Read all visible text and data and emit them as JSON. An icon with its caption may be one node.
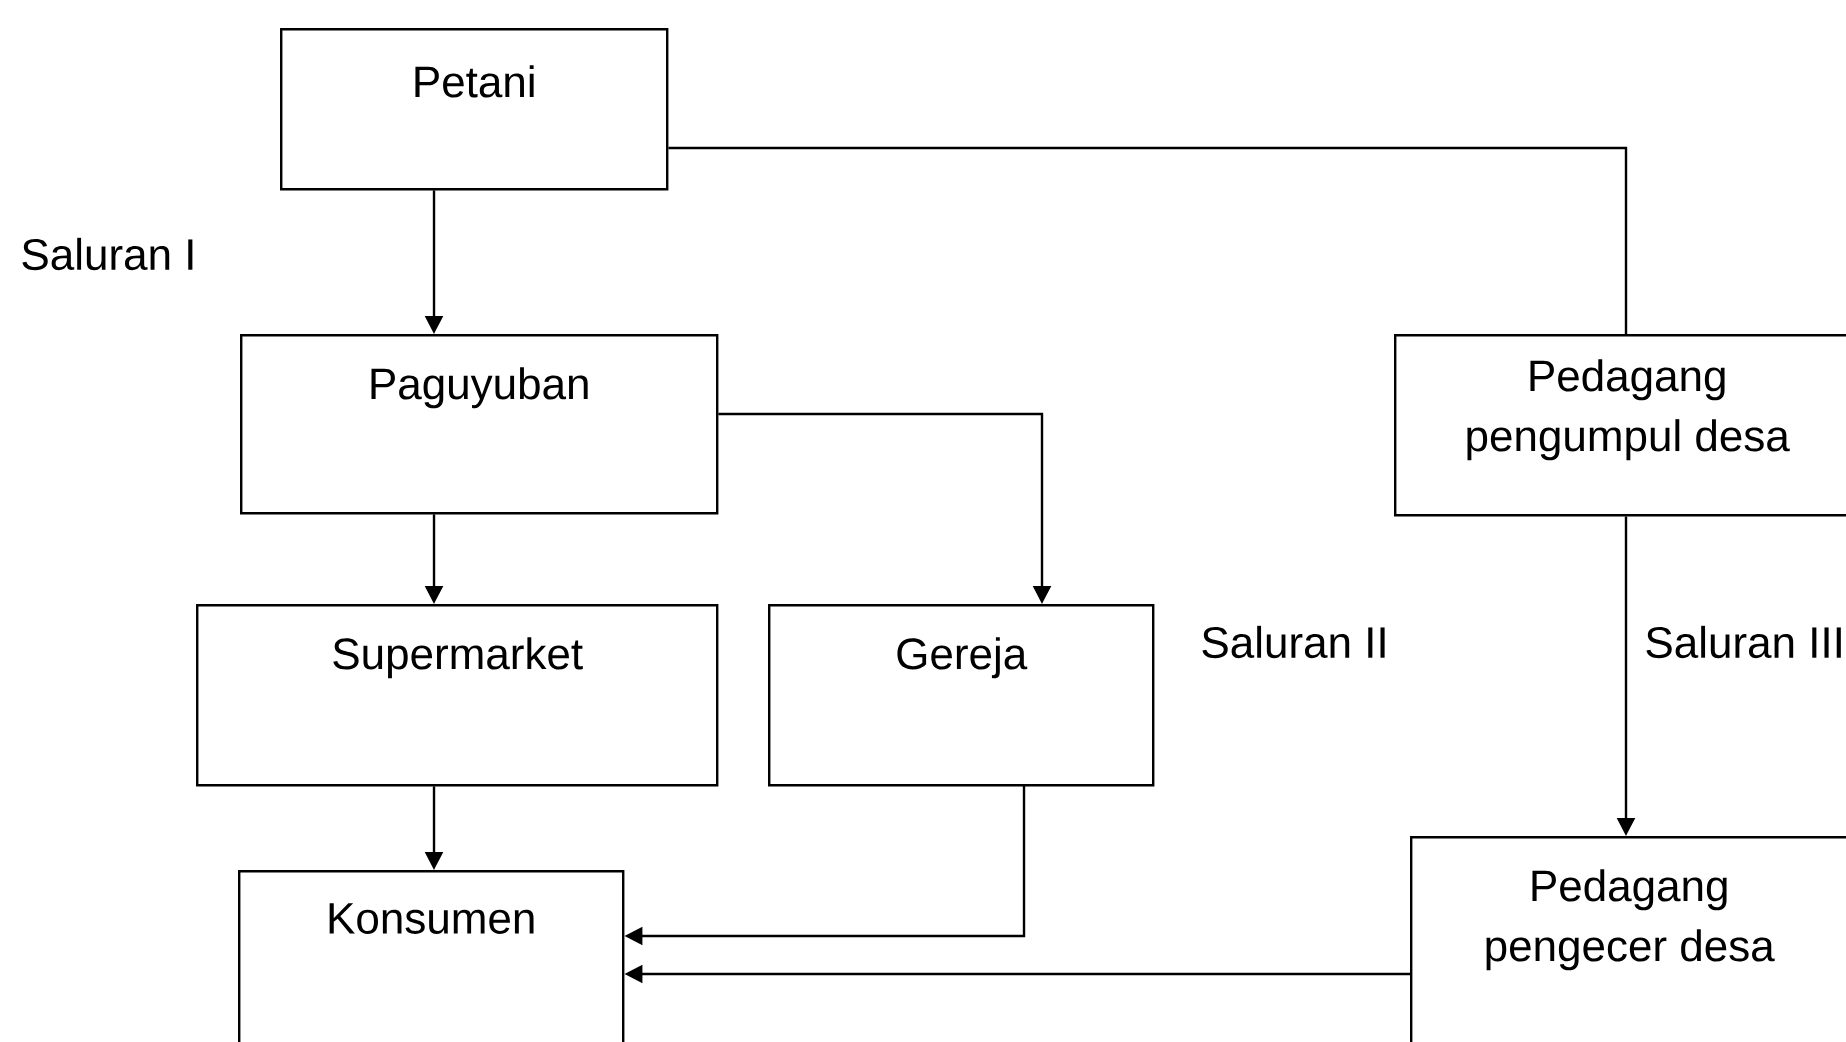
{
  "diagram": {
    "nodes": [
      {
        "text": [
          "Petani"
        ]
      },
      {
        "text": [
          "Paguyuban"
        ]
      },
      {
        "text": [
          "Pedagang pengumpul desa"
        ]
      },
      {
        "text": [
          "Supermarket"
        ]
      },
      {
        "text": [
          "Gereja"
        ]
      },
      {
        "text": [
          "Konsumen"
        ]
      },
      {
        "text": [
          "Pedagang pengecer desa"
        ]
      }
    ],
    "edges": [
      {
        "from": 0,
        "to": 1,
        "arrow": "to"
      },
      {
        "from": 0,
        "to": 2,
        "arrow": "none"
      },
      {
        "from": 1,
        "to": 3,
        "arrow": "to"
      },
      {
        "from": 1,
        "to": 4,
        "arrow": "to"
      },
      {
        "from": 2,
        "to": 6,
        "arrow": "to"
      },
      {
        "from": 3,
        "to": 5,
        "arrow": "to"
      },
      {
        "from": 4,
        "to": 5,
        "arrow": "to"
      },
      {
        "from": 6,
        "to": 5,
        "arrow": "to"
      }
    ],
    "labels": [
      "Saluran I",
      "Saluran II",
      "Saluran III"
    ]
  }
}
